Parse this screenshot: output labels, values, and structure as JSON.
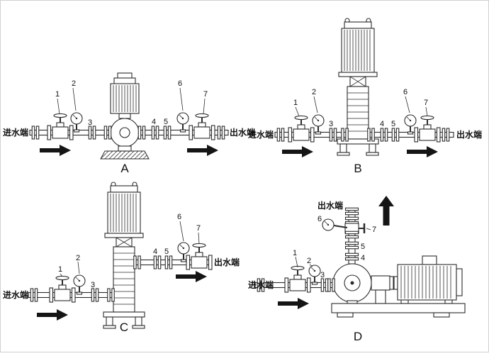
{
  "labels": {
    "inlet": "进水端",
    "outlet": "出水端"
  },
  "part_numbers": {
    "n1": "1",
    "n2": "2",
    "n3": "3",
    "n4": "4",
    "n5": "5",
    "n6": "6",
    "n7": "7"
  },
  "diagrams": {
    "a": {
      "letter": "A",
      "pump_type": "horizontal inline pump"
    },
    "b": {
      "letter": "B",
      "pump_type": "vertical multistage pump"
    },
    "c": {
      "letter": "C",
      "pump_type": "vertical multistage pump, elevated outlet"
    },
    "d": {
      "letter": "D",
      "pump_type": "end-suction pump with motor, vertical outlet"
    }
  },
  "colors": {
    "line": "#2b2b2b",
    "arrow": "#151515",
    "background": "#ffffff"
  }
}
